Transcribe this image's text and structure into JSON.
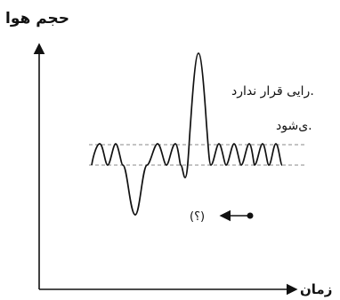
{
  "axes": {
    "y_label": "حجم هوا",
    "x_label": "زمان"
  },
  "annotation": {
    "marker_label": "(؟)"
  },
  "side_text": {
    "line1": "رایی قرار ندارد.",
    "line2": "ی‌شود."
  },
  "colors": {
    "curve": "#111111",
    "reference_lines": "#888888"
  }
}
